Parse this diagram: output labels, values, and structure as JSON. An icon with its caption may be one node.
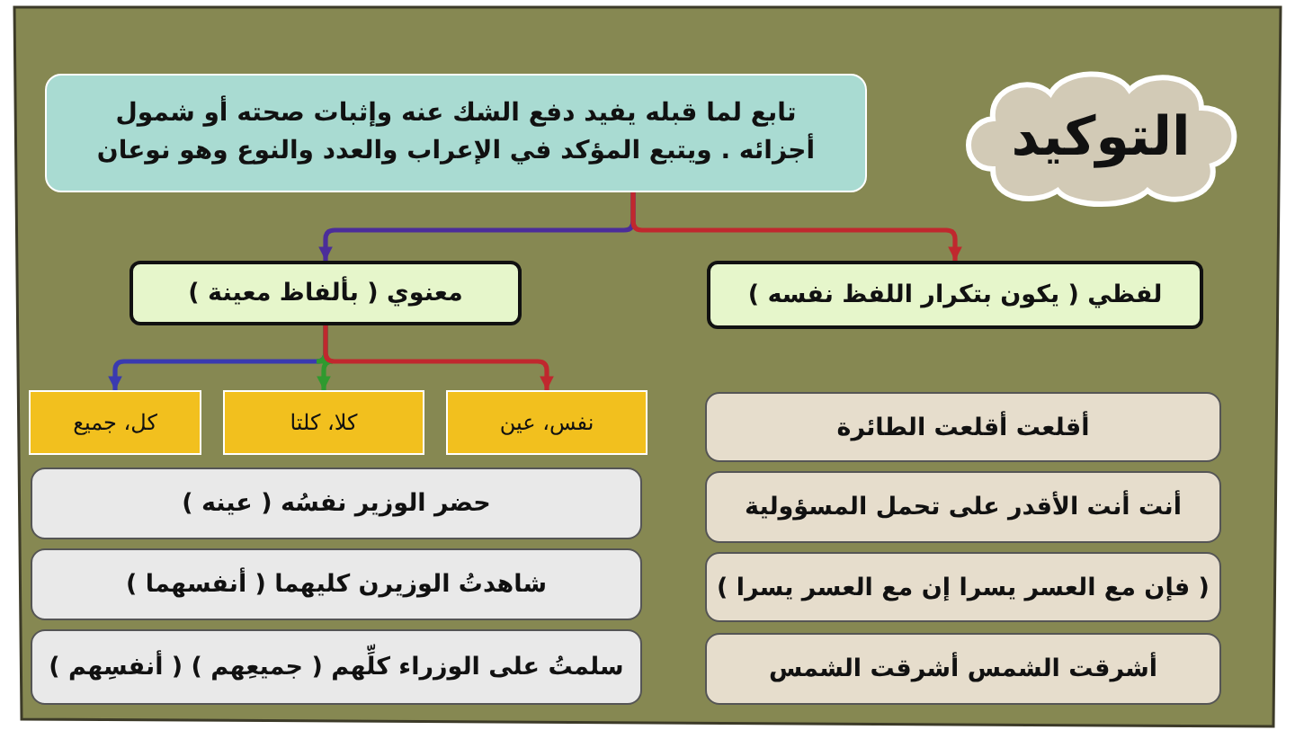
{
  "diagram": {
    "nodes": [
      {
        "text": [
          "التوكيد"
        ]
      },
      {
        "text": [
          "تابع لما قبله يفيد دفع الشك عنه وإثبات صحته أو شمول أجزائه . ويتبع المؤكد في الإعراب والعدد والنوع وهو نوعان"
        ]
      },
      {
        "text": [
          "معنوي ( بألفاظ معينة )"
        ]
      },
      {
        "text": [
          "لفظي ( يكون بتكرار اللفظ نفسه )"
        ]
      },
      {
        "text": [
          "كل، جميع"
        ]
      },
      {
        "text": [
          "كلا، كلتا"
        ]
      },
      {
        "text": [
          "نفس، عين"
        ]
      },
      {
        "text": [
          "حضر الوزير نفسُه ( عينه )"
        ]
      },
      {
        "text": [
          "شاهدتُ الوزيرن كليهما ( أنفسهما )"
        ]
      },
      {
        "text": [
          "سلمتُ على الوزراء كلِّهم ( جميعِهم ) ( أنفسِهم )"
        ]
      },
      {
        "text": [
          "أقلعت أقلعت الطائرة"
        ]
      },
      {
        "text": [
          "أنت أنت الأقدر على تحمل المسؤولية"
        ]
      },
      {
        "text": [
          "( فإن مع العسر يسرا إن مع العسر يسرا )"
        ]
      },
      {
        "text": [
          "أشرقت الشمس أشرقت الشمس"
        ]
      }
    ],
    "edges": [
      {
        "from": 1,
        "to": 2,
        "arrow": "to",
        "color": "#4b2d9a"
      },
      {
        "from": 1,
        "to": 3,
        "arrow": "to",
        "color": "#c0282e"
      },
      {
        "from": 2,
        "to": 4,
        "arrow": "to",
        "color": "#3a3ab0"
      },
      {
        "from": 2,
        "to": 5,
        "arrow": "to",
        "color": "#2f9a2f"
      },
      {
        "from": 2,
        "to": 6,
        "arrow": "to",
        "color": "#c0282e"
      }
    ]
  }
}
